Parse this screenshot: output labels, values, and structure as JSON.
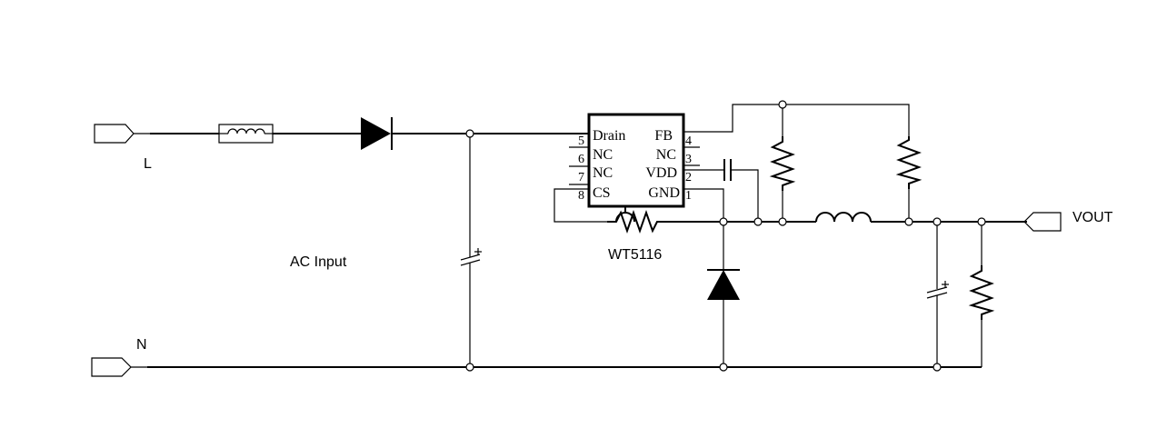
{
  "ports": {
    "L": "L",
    "N": "N",
    "vout": "VOUT"
  },
  "labels": {
    "ac_input": "AC Input",
    "ic_name": "WT5116"
  },
  "ic": {
    "pins": {
      "p5": {
        "num": "5",
        "name": "Drain"
      },
      "p6": {
        "num": "6",
        "name": "NC"
      },
      "p7": {
        "num": "7",
        "name": "NC"
      },
      "p8": {
        "num": "8",
        "name": "CS"
      },
      "p4": {
        "num": "4",
        "name": "FB"
      },
      "p3": {
        "num": "3",
        "name": "NC"
      },
      "p2": {
        "num": "2",
        "name": "VDD"
      },
      "p1": {
        "num": "1",
        "name": "GND"
      }
    }
  }
}
